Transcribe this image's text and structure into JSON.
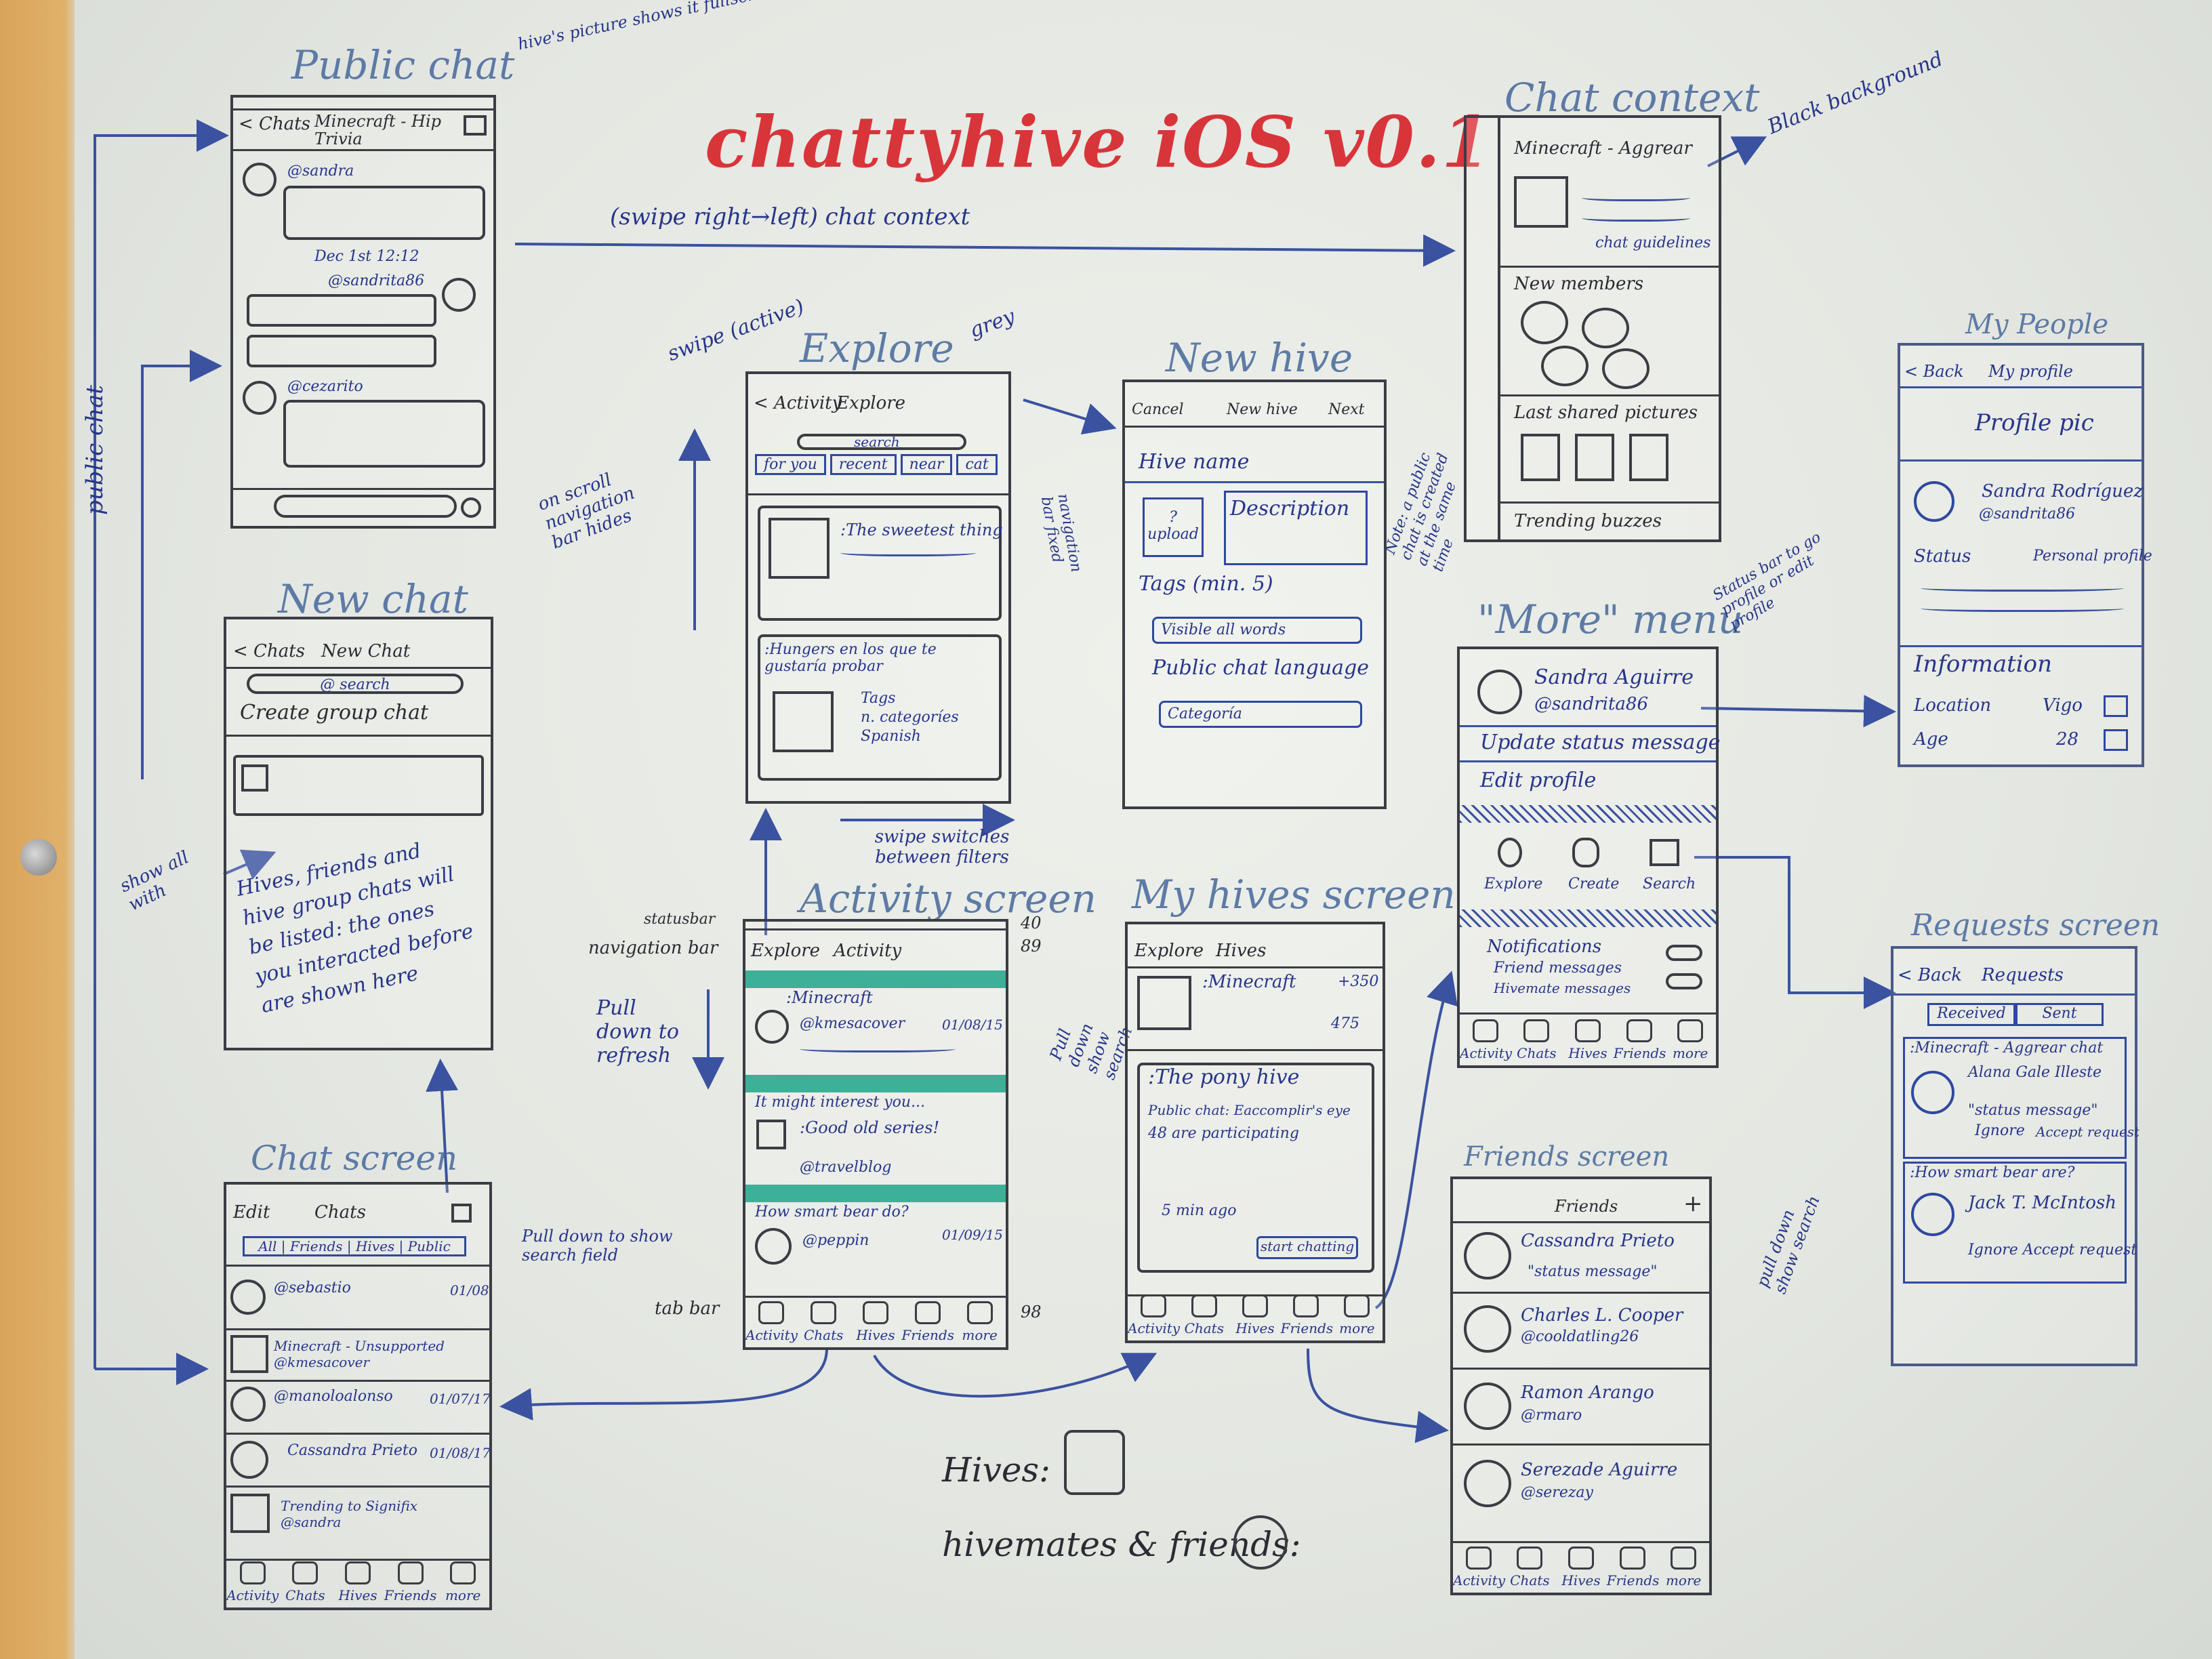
{
  "board_title": "chattyhive iOS v0.1",
  "screens": {
    "public_chat": {
      "title": "Public chat",
      "nav_back": "< Chats",
      "nav_title": "Minecraft - Hip Trivia",
      "note": "hive's picture shows it fullscreen",
      "user1": "@sandra",
      "date": "Dec 1st 12:12",
      "user2": "@sandrita86",
      "user3": "@cezarito",
      "side_label": "public chat"
    },
    "chat_context": {
      "title": "Chat context",
      "hive": "Minecraft - Aggrear",
      "chat_button": "chat guidelines",
      "members": "New members",
      "shared": "Last shared pictures",
      "trending": "Trending buzzes",
      "note": "Black background"
    },
    "swipe_note": "(swipe right→left) chat context",
    "explore": {
      "title": "Explore",
      "nav_back": "< Activity",
      "nav_title": "Explore",
      "search": "search",
      "filters": [
        "for you",
        "recent",
        "near",
        "cat"
      ],
      "card1": ":The sweetest thing",
      "card2": ":Hungers en los que te gustaría probar",
      "tags": [
        "Tags",
        "n. categoríes",
        "Spanish"
      ],
      "swipe_note": "swipe (active)",
      "grey_note": "grey",
      "scroll_note": "on scroll navigation bar hides",
      "nav_note": "navigation bar fixed",
      "switch_note": "swipe switches between filters"
    },
    "new_hive": {
      "title": "New hive",
      "cancel": "Cancel",
      "nav_title": "New hive",
      "next": "Next",
      "hive_name": "Hive name",
      "photo": "? upload",
      "description": "Description",
      "tags": "Tags (min. 5)",
      "visibility": "Visible all words",
      "language": "Public chat language",
      "category": "Categoría",
      "note": "Note: a public chat is created at the same time"
    },
    "new_chat": {
      "title": "New chat",
      "nav_back": "< Chats",
      "nav_title": "New Chat",
      "search": "@ search",
      "create_group": "Create group chat",
      "note": "Hives, friends and hive group chats will be listed: the ones you interacted before are shown here",
      "show_note": "show all with"
    },
    "activity": {
      "title": "Activity screen",
      "nav_left": "Explore",
      "nav_title": "Activity",
      "statusbar": "statusbar",
      "navbar": "navigation bar",
      "tabbar": "tab bar",
      "dim1": "40",
      "dim2": "89",
      "dim3": "98",
      "item1": ":Minecraft",
      "user1": "@kmesacover",
      "time1": "01/08/15",
      "section2": "It might interest you...",
      "item2": ":Good old series!",
      "user2": "@travelblog",
      "section3": "How smart bear do?",
      "user3": "@peppin",
      "time3": "01/09/15",
      "pull_note": "Pull down to refresh"
    },
    "my_hives": {
      "title": "My hives screen",
      "nav_left": "Explore",
      "nav_title": "Hives",
      "hive1": ":Minecraft",
      "count1": "+350",
      "count2": "475",
      "hive2": ":The pony hive",
      "public_chat": "Public chat: Eaccomplir's eye",
      "participating": "48 are participating",
      "time": "5 min ago",
      "button": "start chatting",
      "pull_note": "Pull down show search"
    },
    "more_menu": {
      "title": "\"More\" menu",
      "name": "Sandra Aguirre",
      "handle": "@sandrita86",
      "update": "Update status message",
      "edit": "Edit profile",
      "icons": [
        "Explore",
        "Create",
        "Search"
      ],
      "notifications": "Notifications",
      "friend_msgs": "Friend messages",
      "hive_msgs": "Hivemate messages",
      "note": "Status bar to go profile or edit profile"
    },
    "my_people": {
      "title": "My People",
      "nav_back": "< Back",
      "nav_title": "My profile",
      "profile_pic": "Profile pic",
      "name": "Sandra Rodríguez",
      "handle": "@sandrita86",
      "status": "Status",
      "personal": "Personal profile",
      "info": "Information",
      "location": "Location",
      "location_val": "Vigo",
      "age": "Age",
      "age_val": "28"
    },
    "requests": {
      "title": "Requests screen",
      "nav_back": "< Back",
      "nav_title": "Requests",
      "tabs": [
        "Received",
        "Sent"
      ],
      "req1": ":Minecraft - Aggrear chat",
      "user1": "Alana Gale Illeste",
      "status1": "\"status message\"",
      "ignore": "Ignore",
      "accept": "Accept request",
      "req2": ":How smart bear are?",
      "user2": "Jack T. McIntosh",
      "ignore2": "Ignore  Accept request"
    },
    "chat_screen": {
      "title": "Chat screen",
      "edit": "Edit",
      "nav_title": "Chats",
      "filters": "All | Friends | Hives | Public",
      "pull_note": "Pull down to show search field",
      "rows": [
        "@sebastio",
        "Minecraft - Unsupported @kmesacover",
        "@manoloalonso",
        "Cassandra Prieto",
        "Trending to Signifix @sandra"
      ],
      "time1": "01/08",
      "time3": "01/07/17",
      "time4": "01/08/17"
    },
    "friends": {
      "title": "Friends screen",
      "nav_title": "Friends",
      "plus": "+",
      "rows": [
        "Cassandra Prieto",
        "Charles L. Cooper",
        "Ramon Arango",
        "Serezade Aguirre"
      ],
      "handles": [
        "\"status message\"",
        "@cooldatling26",
        "@rmaro",
        "@serezay"
      ],
      "pull_note": "pull down show search"
    },
    "legend": {
      "hives": "Hives:",
      "friends": "hivemates & friends:"
    }
  },
  "tabbar": [
    "Activity",
    "Chats",
    "Hives",
    "Friends",
    "more"
  ]
}
